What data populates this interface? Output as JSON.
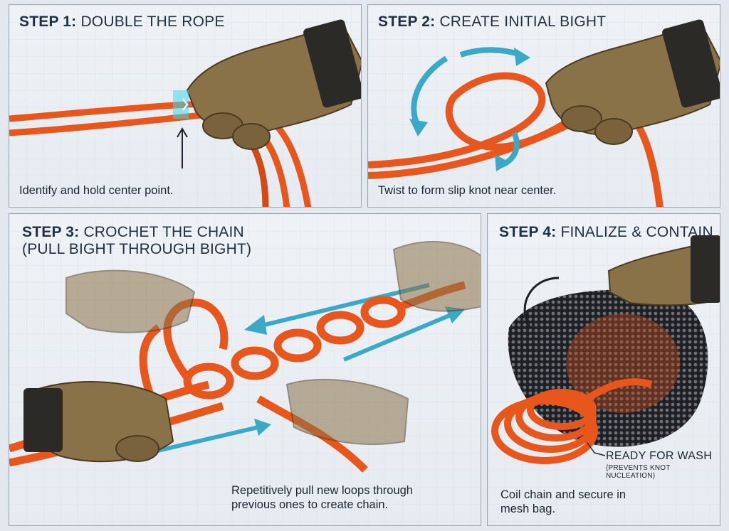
{
  "steps": [
    {
      "label": "STEP 1:",
      "title": "DOUBLE THE ROPE",
      "caption": "Identify and hold center point."
    },
    {
      "label": "STEP 2:",
      "title": "CREATE INITIAL BIGHT",
      "caption": "Twist to form slip knot near center."
    },
    {
      "label": "STEP 3:",
      "title": "CROCHET THE CHAIN",
      "title_line2": "(PULL BIGHT THROUGH BIGHT)",
      "caption_line1": "Repetitively pull new loops through",
      "caption_line2": "previous ones to create chain."
    },
    {
      "label": "STEP 4:",
      "title": "FINALIZE & CONTAIN",
      "caption_line1": "Coil chain and secure in",
      "caption_line2": "mesh bag.",
      "callout": "READY FOR WASH",
      "callout_sub": "(PREVENTS KNOT NUCLEATION)"
    }
  ],
  "colors": {
    "rope": "#e8561c",
    "rope_dark": "#a8360c",
    "glove": "#8a7248",
    "glove_dark": "#2c2a26",
    "arrow": "#3aa8c8",
    "mesh": "#1e2024"
  },
  "icons": [
    "rope",
    "gloved-hand",
    "direction-arrow",
    "mesh-bag"
  ]
}
